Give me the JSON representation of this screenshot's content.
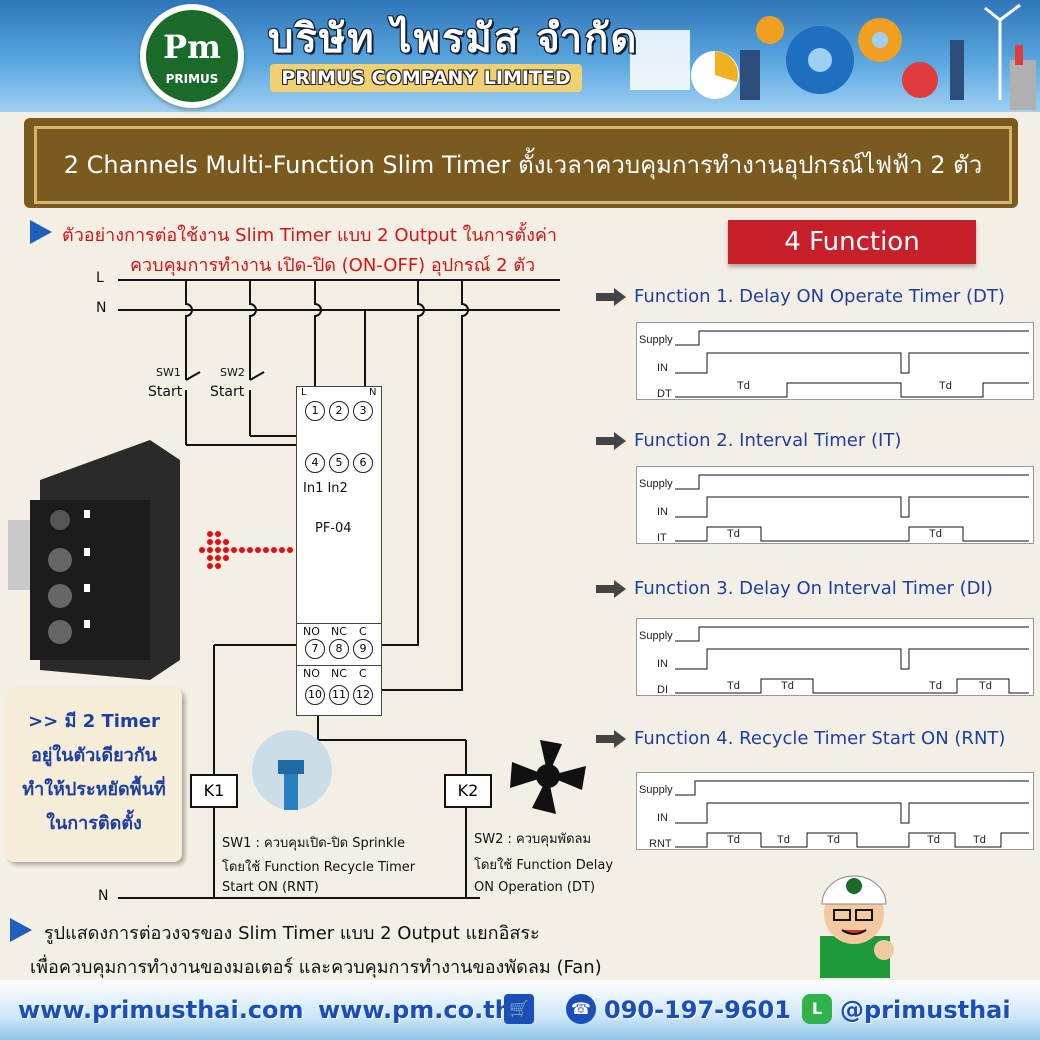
{
  "header": {
    "logo_mark": "Pm",
    "logo_text": "PRIMUS",
    "company_th": "บริษัท ไพรมัส จำกัด",
    "company_en": "PRIMUS COMPANY LIMITED"
  },
  "title": "2 Channels Multi-Function Slim Timer ตั้งเวลาควบคุมการทำงานอุปกรณ์ไฟฟ้า 2 ตัว",
  "intro": {
    "line1": "ตัวอย่างการต่อใช้งาน Slim Timer แบบ 2 Output ในการตั้งค่า",
    "line2": "ควบคุมการทำงาน เปิด-ปิด (ON-OFF) อุปกรณ์ 2 ตัว"
  },
  "functions_banner": "4 Function",
  "functions": [
    {
      "title": "Function 1. Delay ON Operate Timer (DT)",
      "out_label": "DT"
    },
    {
      "title": "Function 2. Interval Timer (IT)",
      "out_label": "IT"
    },
    {
      "title": "Function 3. Delay On Interval Timer (DI)",
      "out_label": "DI"
    },
    {
      "title": "Function 4. Recycle Timer Start ON (RNT)",
      "out_label": "RNT"
    }
  ],
  "timing_labels": {
    "supply": "Supply",
    "in": "IN",
    "td": "Td"
  },
  "diagram": {
    "line_l": "L",
    "line_n": "N",
    "line_n_bottom": "N",
    "sw1": "SW1",
    "sw2": "SW2",
    "start": "Start",
    "device_model": "PF-04",
    "device_top_l": "L",
    "device_top_n": "N",
    "inputs": "In1  In2",
    "relay1": [
      "NO",
      "NC",
      "C"
    ],
    "relay2": [
      "NO",
      "NC",
      "C"
    ],
    "terminals_top": [
      "1",
      "2",
      "3"
    ],
    "terminals_mid": [
      "4",
      "5",
      "6"
    ],
    "terminals_r1": [
      "7",
      "8",
      "9"
    ],
    "terminals_r2": [
      "10",
      "11",
      "12"
    ],
    "k1": "K1",
    "k2": "K2"
  },
  "note": {
    "line1": ">> มี 2 Timer",
    "line2": "อยู่ในตัวเดียวกัน",
    "line3": "ทำให้ประหยัดพื้นที่",
    "line4": "ในการติดตั้ง"
  },
  "sw1_desc": {
    "line1": "SW1 : ควบคุมเปิด-ปิด Sprinkle",
    "line2": "โดยใช้ Function Recycle Timer",
    "line3": "Start ON (RNT)"
  },
  "sw2_desc": {
    "line1": "SW2 : ควบคุมพัดลม",
    "line2": "โดยใช้ Function Delay",
    "line3": "ON Operation (DT)"
  },
  "bottom": {
    "line1": "รูปแสดงการต่อวงจรของ Slim Timer แบบ 2 Output แยกอิสระ",
    "line2": "เพื่อควบคุมการทำงานของมอเตอร์ และควบคุมการทำงานของพัดลม (Fan)"
  },
  "footer": {
    "website1": "www.primusthai.com",
    "website2": "www.pm.co.th",
    "phone": "090-197-9601",
    "line_id": "@primusthai"
  },
  "colors": {
    "title_bg": "#7b5a1f",
    "banner_red": "#c8202a",
    "function_blue": "#1f3fa0",
    "accent_red": "#d81414"
  },
  "icons": [
    "cart-icon",
    "phone-icon",
    "line-app-icon",
    "arrow-right-icon"
  ]
}
